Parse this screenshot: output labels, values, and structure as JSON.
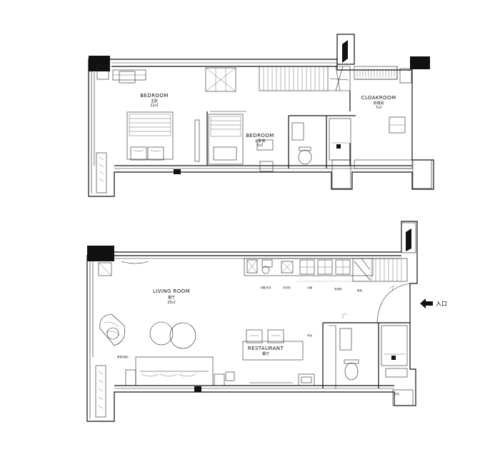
{
  "upper_floor": {
    "bedroom_master": {
      "name": "BEDROOM",
      "cn": "主卧",
      "area": "12㎡"
    },
    "bedroom_small": {
      "name": "BEDROOM",
      "cn": "小卧房",
      "area": "5㎡"
    },
    "cloakroom": {
      "name": "CLOAKROOM",
      "cn": "衣帽间",
      "area": "7㎡"
    }
  },
  "lower_floor": {
    "living_room": {
      "name": "LIVING ROOM",
      "cn": "客厅",
      "area": "25㎡"
    },
    "restaurant": {
      "name": "RESTAURANT",
      "cn": "餐厅"
    },
    "entrance": {
      "label": "入口"
    },
    "tiny_notes": {
      "n1": "冰箱/洗衣",
      "n2": "洗衣机",
      "n3": "冰箱",
      "n4": "电视柜",
      "n5": "鞋柜",
      "n6": "餐桌/酒柜",
      "n7": "吧台",
      "n8": "洗衣"
    }
  }
}
